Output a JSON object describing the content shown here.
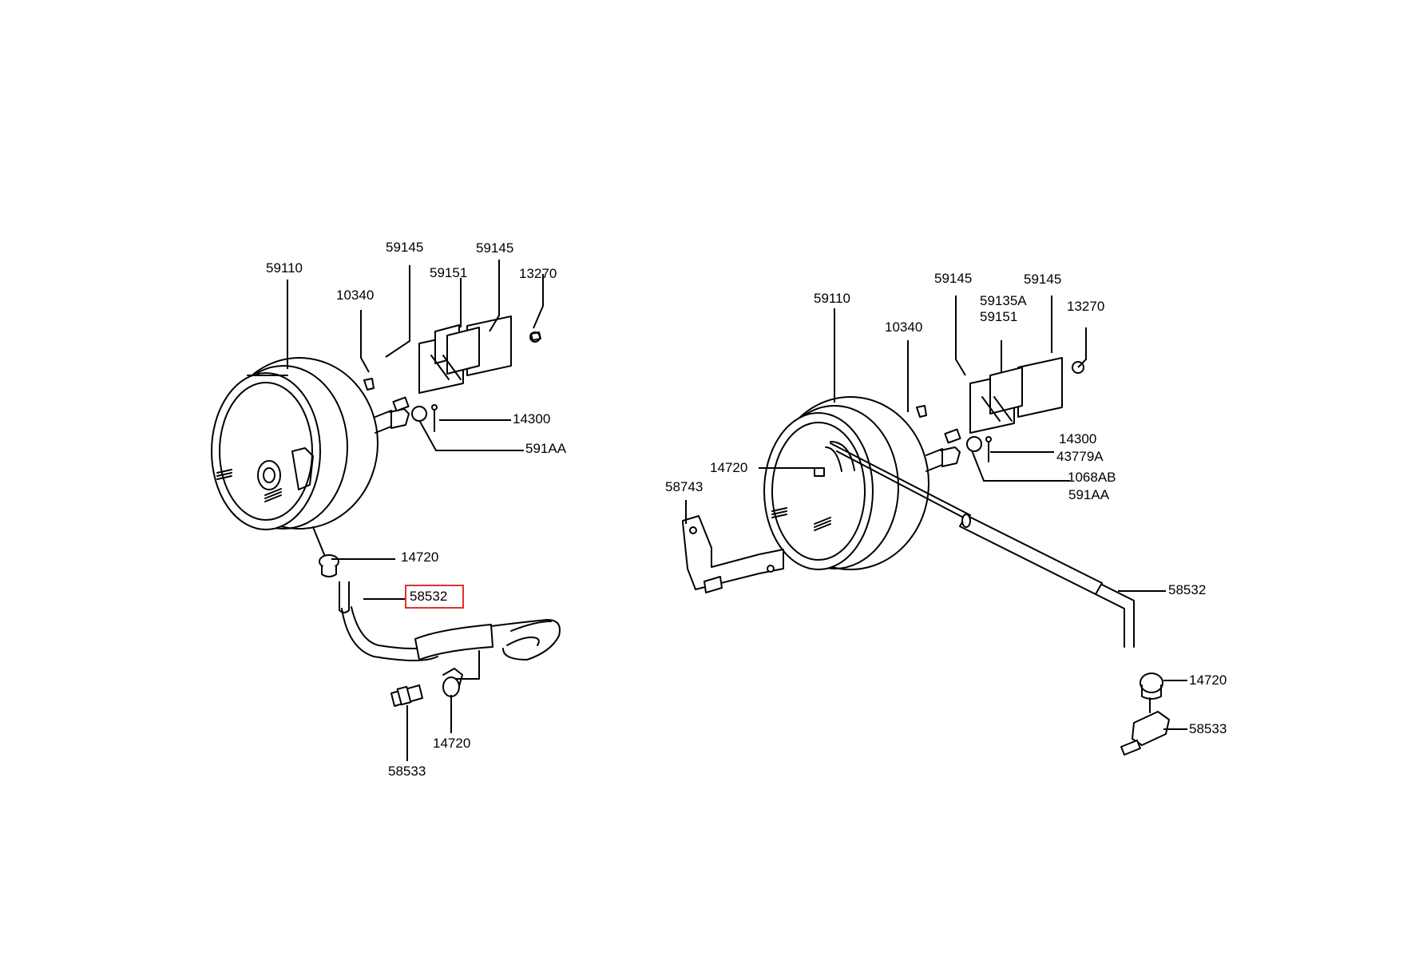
{
  "diagram": {
    "highlight_color": "#e0312f",
    "left_assembly": {
      "labels": {
        "booster": "59110",
        "gasket_top_left": "59145",
        "gasket_top_right": "59145",
        "spacer": "59151",
        "nut": "13270",
        "pin": "10340",
        "clip": "14300",
        "washer": "591AA",
        "clamp_upper": "14720",
        "hose": "58532",
        "clamp_lower": "14720",
        "fitting": "58533"
      }
    },
    "right_assembly": {
      "labels": {
        "booster": "59110",
        "pin": "10340",
        "gasket_top_left": "59145",
        "gasket_top_right": "59145",
        "spacer_a": "59135A",
        "spacer": "59151",
        "nut": "13270",
        "clip": "14300",
        "clip_a": "43779A",
        "washer_a": "1068AB",
        "washer": "591AA",
        "clamp_upper": "14720",
        "bracket": "58743",
        "hose": "58532",
        "clamp_lower": "14720",
        "fitting": "58533"
      }
    }
  }
}
